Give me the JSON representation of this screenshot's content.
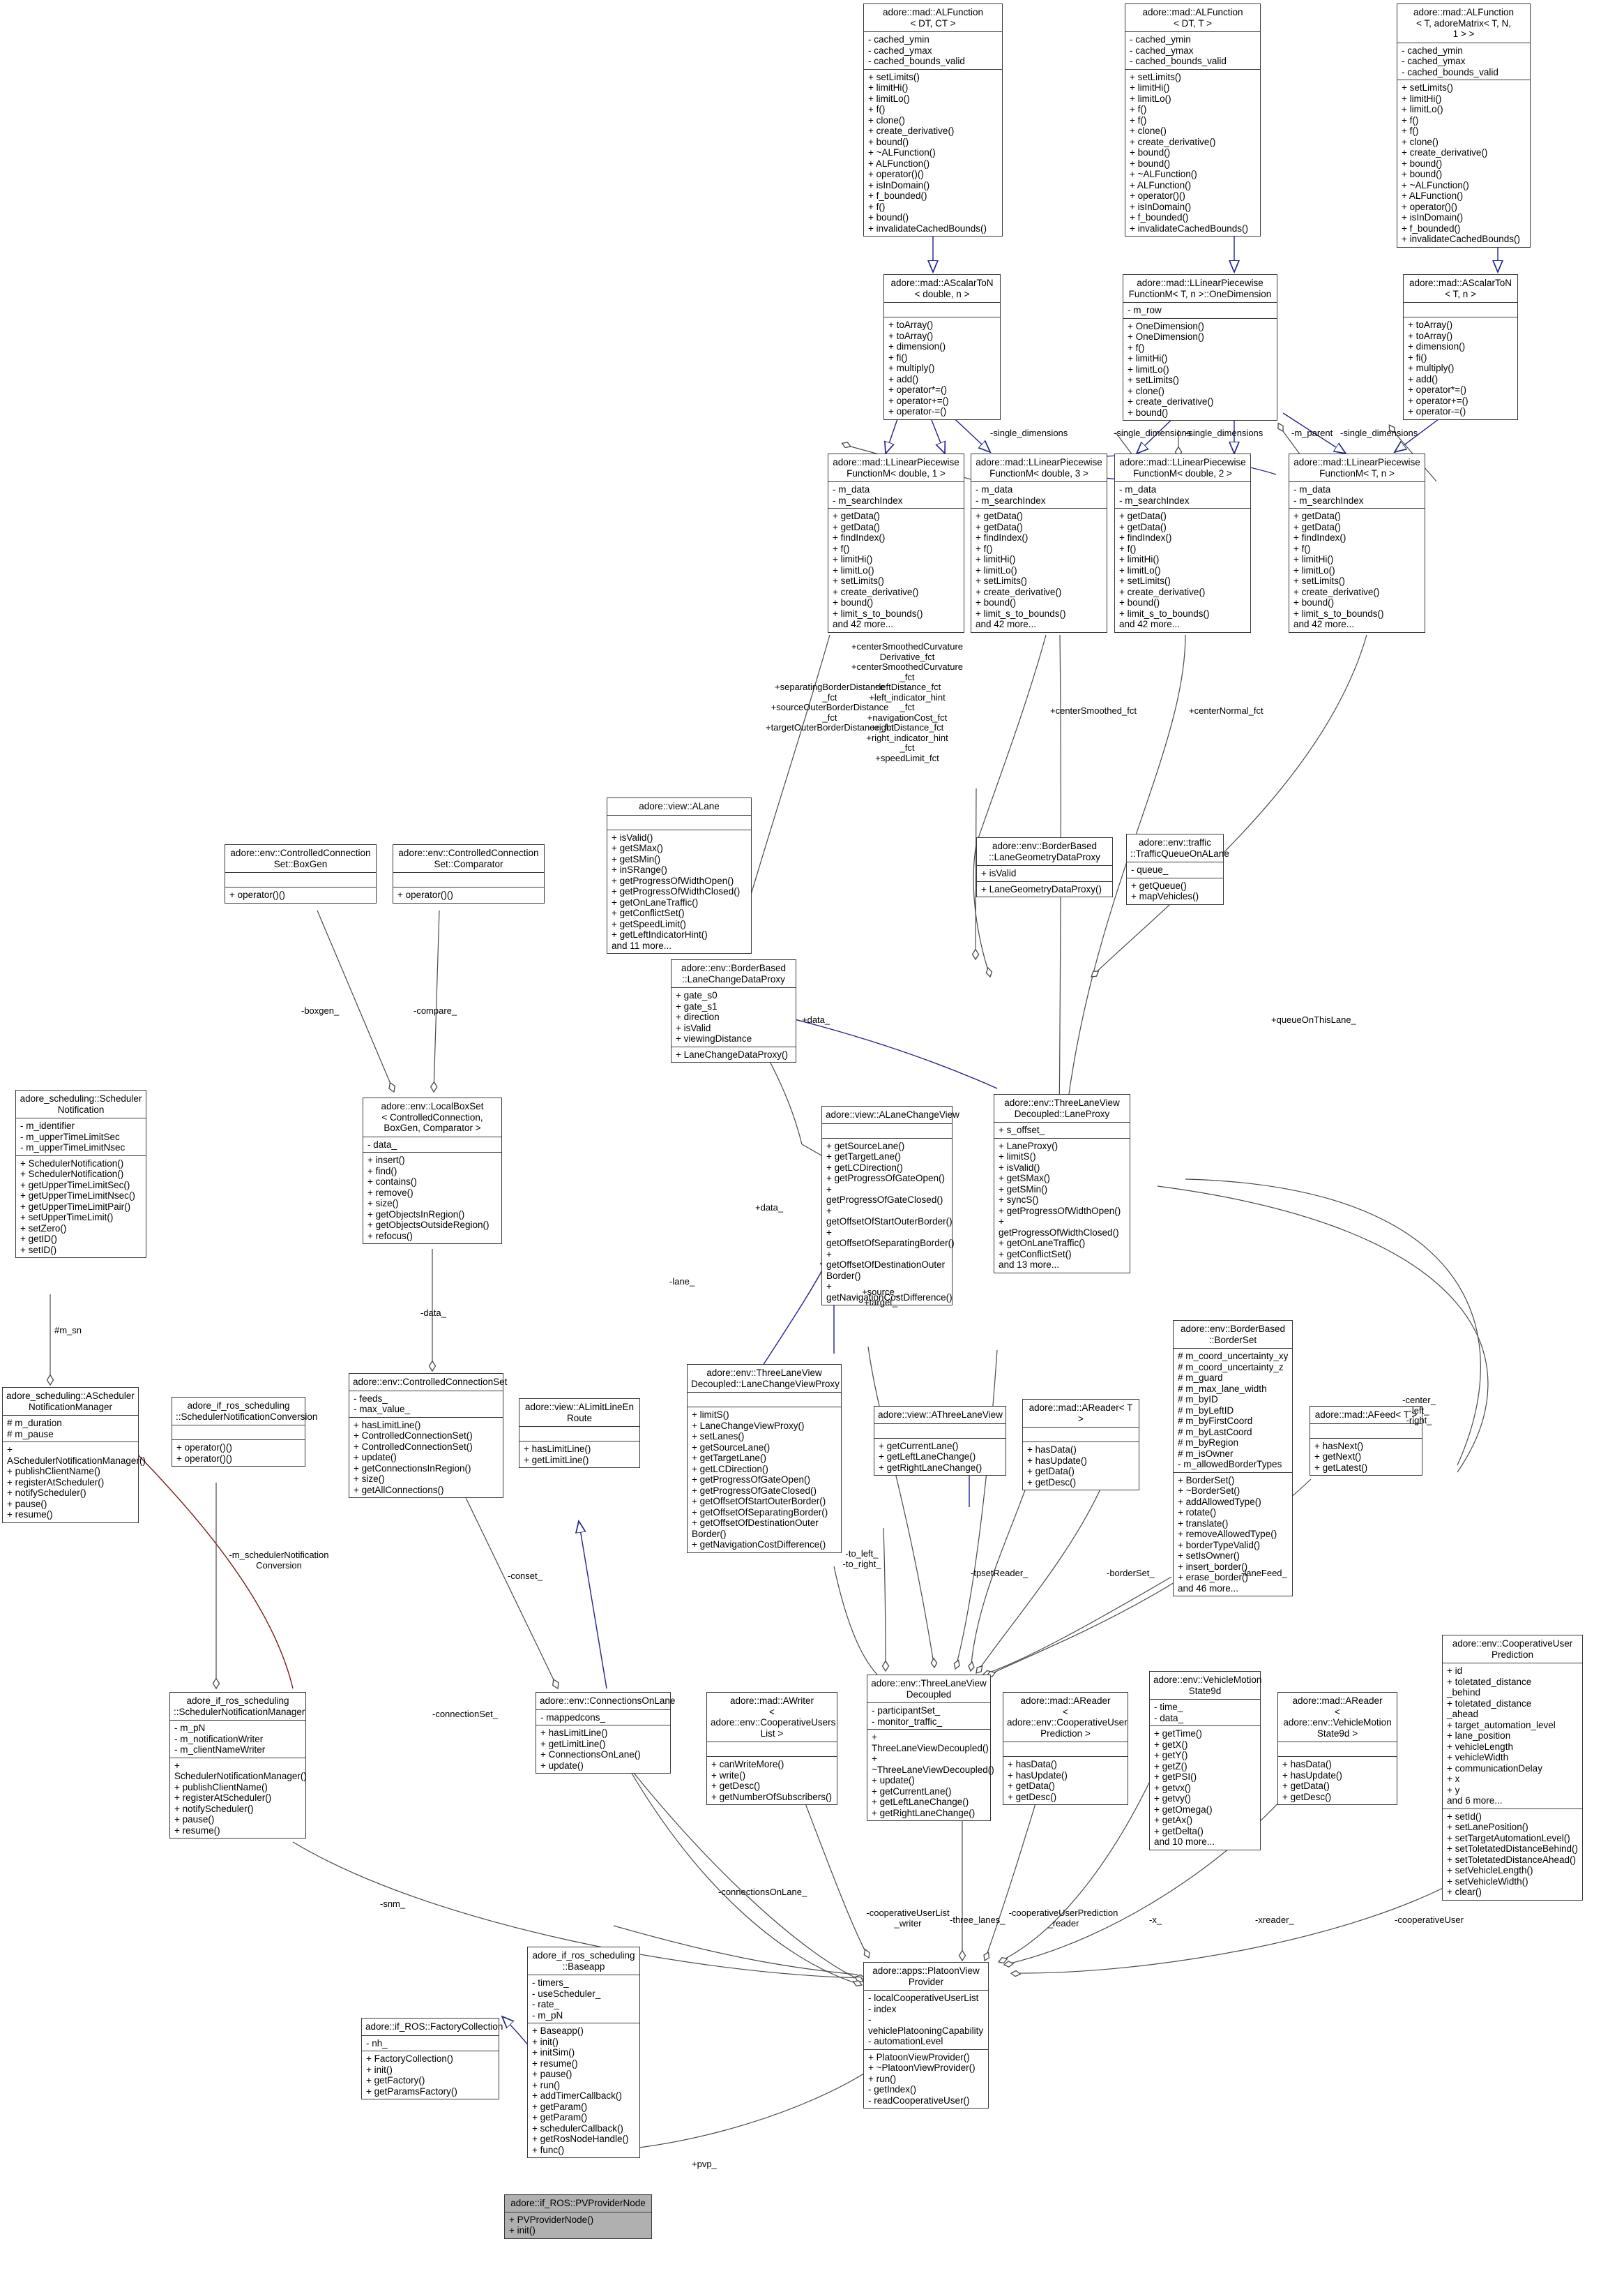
{
  "diagram": {
    "type": "uml-class-diagram",
    "title": "adore::if_ROS::PVProviderNode collaboration diagram",
    "background": "#ffffff",
    "inheritance_color": "#22228f",
    "association_color": "#4a4a4a",
    "composition_color": "#7a1a1a",
    "highlight_color": "#b0b0b0"
  },
  "nodes": [
    {
      "id": "alfunction_dtct",
      "title": "adore::mad::ALFunction\n< DT, CT >",
      "attrs": "- cached_ymin\n- cached_ymax\n- cached_bounds_valid",
      "ops": "+ setLimits()\n+ limitHi()\n+ limitLo()\n+ f()\n+ clone()\n+ create_derivative()\n+ bound()\n+ ~ALFunction()\n+ ALFunction()\n+ operator()()\n+ isInDomain()\n+ f_bounded()\n+ f()\n+ bound()\n+ invalidateCachedBounds()"
    },
    {
      "id": "alfunction_dtt",
      "title": "adore::mad::ALFunction\n< DT, T >",
      "attrs": "- cached_ymin\n- cached_ymax\n- cached_bounds_valid",
      "ops": "+ setLimits()\n+ limitHi()\n+ limitLo()\n+ f()\n+ f()\n+ clone()\n+ create_derivative()\n+ bound()\n+ bound()\n+ ~ALFunction()\n+ ALFunction()\n+ operator()()\n+ isInDomain()\n+ f_bounded()\n+ invalidateCachedBounds()"
    },
    {
      "id": "alfunction_matrix",
      "title": "adore::mad::ALFunction\n< T, adoreMatrix< T, N,\n1 > >",
      "attrs": "- cached_ymin\n- cached_ymax\n- cached_bounds_valid",
      "ops": "+ setLimits()\n+ limitHi()\n+ limitLo()\n+ f()\n+ f()\n+ clone()\n+ create_derivative()\n+ bound()\n+ bound()\n+ ~ALFunction()\n+ ALFunction()\n+ operator()()\n+ isInDomain()\n+ f_bounded()\n+ invalidateCachedBounds()"
    },
    {
      "id": "ascalarton_double",
      "title": "adore::mad::AScalarToN\n< double, n >",
      "attrs": "",
      "ops": "+ toArray()\n+ toArray()\n+ dimension()\n+ fi()\n+ multiply()\n+ add()\n+ operator*=()\n+ operator+=()\n+ operator-=()"
    },
    {
      "id": "onedimension",
      "title": "adore::mad::LLinearPiecewise\nFunctionM< T, n >::OneDimension",
      "attrs": "- m_row",
      "ops": "+ OneDimension()\n+ OneDimension()\n+ f()\n+ limitHi()\n+ limitLo()\n+ setLimits()\n+ clone()\n+ create_derivative()\n+ bound()"
    },
    {
      "id": "ascalarton_tn",
      "title": "adore::mad::AScalarToN\n< T, n >",
      "attrs": "",
      "ops": "+ toArray()\n+ toArray()\n+ dimension()\n+ fi()\n+ multiply()\n+ add()\n+ operator*=()\n+ operator+=()\n+ operator-=()"
    },
    {
      "id": "llpw_d1",
      "title": "adore::mad::LLinearPiecewise\nFunctionM< double, 1 >",
      "attrs": "- m_data\n- m_searchIndex",
      "ops": "+ getData()\n+ getData()\n+ findIndex()\n+ f()\n+ limitHi()\n+ limitLo()\n+ setLimits()\n+ create_derivative()\n+ bound()\n+ limit_s_to_bounds()\nand 42 more..."
    },
    {
      "id": "llpw_d3",
      "title": "adore::mad::LLinearPiecewise\nFunctionM< double, 3 >",
      "attrs": "- m_data\n- m_searchIndex",
      "ops": "+ getData()\n+ getData()\n+ findIndex()\n+ f()\n+ limitHi()\n+ limitLo()\n+ setLimits()\n+ create_derivative()\n+ bound()\n+ limit_s_to_bounds()\nand 42 more..."
    },
    {
      "id": "llpw_d2",
      "title": "adore::mad::LLinearPiecewise\nFunctionM< double, 2 >",
      "attrs": "- m_data\n- m_searchIndex",
      "ops": "+ getData()\n+ getData()\n+ findIndex()\n+ f()\n+ limitHi()\n+ limitLo()\n+ setLimits()\n+ create_derivative()\n+ bound()\n+ limit_s_to_bounds()\nand 42 more..."
    },
    {
      "id": "llpw_tn",
      "title": "adore::mad::LLinearPiecewise\nFunctionM< T, n >",
      "attrs": "- m_data\n- m_searchIndex",
      "ops": "+ getData()\n+ getData()\n+ findIndex()\n+ f()\n+ limitHi()\n+ limitLo()\n+ setLimits()\n+ create_derivative()\n+ bound()\n+ limit_s_to_bounds()\nand 42 more..."
    },
    {
      "id": "alane",
      "title": "adore::view::ALane",
      "attrs": "",
      "ops": "+ isValid()\n+ getSMax()\n+ getSMin()\n+ inSRange()\n+ getProgressOfWidthOpen()\n+ getProgressOfWidthClosed()\n+ getOnLaneTraffic()\n+ getConflictSet()\n+ getSpeedLimit()\n+ getLeftIndicatorHint()\nand 11 more..."
    },
    {
      "id": "lanegeometrydataproxy",
      "title": "adore::env::BorderBased\n::LaneGeometryDataProxy",
      "attrs": "+ isValid",
      "ops": "+ LaneGeometryDataProxy()"
    },
    {
      "id": "trafficqueueonalane",
      "title": "adore::env::traffic\n::TrafficQueueOnALane",
      "attrs": "- queue_",
      "ops": "+ getQueue()\n+ mapVehicles()"
    },
    {
      "id": "ccset_boxgen",
      "title": "adore::env::ControlledConnection\nSet::BoxGen",
      "attrs": "",
      "ops": "+ operator()()"
    },
    {
      "id": "ccset_comparator",
      "title": "adore::env::ControlledConnection\nSet::Comparator",
      "attrs": "",
      "ops": "+ operator()()"
    },
    {
      "id": "lanechangedataproxy",
      "title": "adore::env::BorderBased\n::LaneChangeDataProxy",
      "attrs": "+ gate_s0\n+ gate_s1\n+ direction\n+ isValid\n+ viewingDistance",
      "ops": "+ LaneChangeDataProxy()"
    },
    {
      "id": "schedulernotification",
      "title": "adore_scheduling::Scheduler\nNotification",
      "attrs": "- m_identifier\n- m_upperTimeLimitSec\n- m_upperTimeLimitNsec",
      "ops": "+ SchedulerNotification()\n+ SchedulerNotification()\n+ getUpperTimeLimitSec()\n+ getUpperTimeLimitNsec()\n+ getUpperTimeLimitPair()\n+ setUpperTimeLimit()\n+ setZero()\n+ getID()\n+ setID()"
    },
    {
      "id": "localboxset",
      "title": "adore::env::LocalBoxSet\n< ControlledConnection,\nBoxGen, Comparator >",
      "attrs": "- data_",
      "ops": "+ insert()\n+ find()\n+ contains()\n+ remove()\n+ size()\n+ getObjectsInRegion()\n+ getObjectsOutsideRegion()\n+ refocus()"
    },
    {
      "id": "alanechangeview",
      "title": "adore::view::ALaneChangeView",
      "attrs": "",
      "ops": "+ getSourceLane()\n+ getTargetLane()\n+ getLCDirection()\n+ getProgressOfGateOpen()\n+ getProgressOfGateClosed()\n+ getOffsetOfStartOuterBorder()\n+ getOffsetOfSeparatingBorder()\n+ getOffsetOfDestinationOuter\nBorder()\n+ getNavigationCostDifference()"
    },
    {
      "id": "laneproxy",
      "title": "adore::env::ThreeLaneView\nDecoupled::LaneProxy",
      "attrs": "+ s_offset_",
      "ops": "+ LaneProxy()\n+ limitS()\n+ isValid()\n+ getSMax()\n+ getSMin()\n+ syncS()\n+ getProgressOfWidthOpen()\n+ getProgressOfWidthClosed()\n+ getOnLaneTraffic()\n+ getConflictSet()\nand 13 more..."
    },
    {
      "id": "aschedulernotificationmanager",
      "title": "adore_scheduling::AScheduler\nNotificationManager",
      "attrs": "# m_duration\n# m_pause",
      "ops": "+ ASchedulerNotificationManager()\n+ publishClientName()\n+ registerAtScheduler()\n+ notifyScheduler()\n+ pause()\n+ resume()"
    },
    {
      "id": "schedulernotificationconversion",
      "title": "adore_if_ros_scheduling\n::SchedulerNotificationConversion",
      "attrs": "",
      "ops": "+ operator()()\n+ operator()()"
    },
    {
      "id": "controlledconnectionset",
      "title": "adore::env::ControlledConnectionSet",
      "attrs": "- feeds_\n- max_value_",
      "ops": "+ hasLimitLine()\n+ ControlledConnectionSet()\n+ ControlledConnectionSet()\n+ update()\n+ getConnectionsInRegion()\n+ size()\n+ getAllConnections()"
    },
    {
      "id": "alimitlineenroute",
      "title": "adore::view::ALimitLineEn\nRoute",
      "attrs": "",
      "ops": "+ hasLimitLine()\n+ getLimitLine()"
    },
    {
      "id": "lanechangeviewproxy",
      "title": "adore::env::ThreeLaneView\nDecoupled::LaneChangeViewProxy",
      "attrs": "",
      "ops": "+ limitS()\n+ LaneChangeViewProxy()\n+ setLanes()\n+ getSourceLane()\n+ getTargetLane()\n+ getLCDirection()\n+ getProgressOfGateOpen()\n+ getProgressOfGateClosed()\n+ getOffsetOfStartOuterBorder()\n+ getOffsetOfSeparatingBorder()\n+ getOffsetOfDestinationOuter\nBorder()\n+ getNavigationCostDifference()"
    },
    {
      "id": "athreelaneview",
      "title": "adore::view::AThreeLaneView",
      "attrs": "",
      "ops": "+ getCurrentLane()\n+ getLeftLaneChange()\n+ getRightLaneChange()"
    },
    {
      "id": "areader_t",
      "title": "adore::mad::AReader< T >",
      "attrs": "",
      "ops": "+ hasData()\n+ hasUpdate()\n+ getData()\n+ getDesc()"
    },
    {
      "id": "borderset",
      "title": "adore::env::BorderBased\n::BorderSet",
      "attrs": "# m_coord_uncertainty_xy\n# m_coord_uncertainty_z\n# m_guard\n# m_max_lane_width\n# m_byID\n# m_byLeftID\n# m_byFirstCoord\n# m_byLastCoord\n# m_byRegion\n# m_isOwner\n- m_allowedBorderTypes",
      "ops": "+ BorderSet()\n+ ~BorderSet()\n+ addAllowedType()\n+ rotate()\n+ translate()\n+ removeAllowedType()\n+ borderTypeValid()\n+ setIsOwner()\n+ insert_border()\n+ erase_border()\nand 46 more..."
    },
    {
      "id": "afeed_t",
      "title": "adore::mad::AFeed< T >",
      "attrs": "",
      "ops": "+ hasNext()\n+ getNext()\n+ getLatest()"
    },
    {
      "id": "schedulernotificationmanager",
      "title": "adore_if_ros_scheduling\n::SchedulerNotificationManager",
      "attrs": "- m_pN\n- m_notificationWriter\n- m_clientNameWriter",
      "ops": "+ SchedulerNotificationManager()\n+ publishClientName()\n+ registerAtScheduler()\n+ notifyScheduler()\n+ pause()\n+ resume()"
    },
    {
      "id": "connectionsonlane",
      "title": "adore::env::ConnectionsOnLane",
      "attrs": "- mappedcons_",
      "ops": "+ hasLimitLine()\n+ getLimitLine()\n+ ConnectionsOnLane()\n+ update()"
    },
    {
      "id": "awriter_coopusers",
      "title": "adore::mad::AWriter\n< adore::env::CooperativeUsers\nList >",
      "attrs": "",
      "ops": "+ canWriteMore()\n+ write()\n+ getDesc()\n+ getNumberOfSubscribers()"
    },
    {
      "id": "threelaneviewdecoupled",
      "title": "adore::env::ThreeLaneView\nDecoupled",
      "attrs": "- participantSet_\n- monitor_traffic_",
      "ops": "+ ThreeLaneViewDecoupled()\n+ ~ThreeLaneViewDecoupled()\n+ update()\n+ getCurrentLane()\n+ getLeftLaneChange()\n+ getRightLaneChange()"
    },
    {
      "id": "areader_coopuserpred",
      "title": "adore::mad::AReader\n< adore::env::CooperativeUser\nPrediction >",
      "attrs": "",
      "ops": "+ hasData()\n+ hasUpdate()\n+ getData()\n+ getDesc()"
    },
    {
      "id": "vehiclemotionstate9d",
      "title": "adore::env::VehicleMotion\nState9d",
      "attrs": "- time_\n- data_",
      "ops": "+ getTime()\n+ getX()\n+ getY()\n+ getZ()\n+ getPSI()\n+ getvx()\n+ getvy()\n+ getOmega()\n+ getAx()\n+ getDelta()\nand 10 more..."
    },
    {
      "id": "areader_vms9d",
      "title": "adore::mad::AReader\n< adore::env::VehicleMotion\nState9d >",
      "attrs": "",
      "ops": "+ hasData()\n+ hasUpdate()\n+ getData()\n+ getDesc()"
    },
    {
      "id": "cooperativeuserprediction",
      "title": "adore::env::CooperativeUser\nPrediction",
      "attrs": "+ id\n+ toletated_distance\n_behind\n+ toletated_distance\n_ahead\n+ target_automation_level\n+ lane_position\n+ vehicleLength\n+ vehicleWidth\n+ communicationDelay\n+ x\n+ y\nand 6 more...",
      "ops": "+ setId()\n+ setLanePosition()\n+ setTargetAutomationLevel()\n+ setToletatedDistanceBehind()\n+ setToletatedDistanceAhead()\n+ setVehicleLength()\n+ setVehicleWidth()\n+ clear()"
    },
    {
      "id": "baseapp",
      "title": "adore_if_ros_scheduling\n::Baseapp",
      "attrs": "- timers_\n- useScheduler_\n- rate_\n- m_pN",
      "ops": "+ Baseapp()\n+ init()\n+ initSim()\n+ resume()\n+ pause()\n+ run()\n+ addTimerCallback()\n+ getParam()\n+ getParam()\n+ schedulerCallback()\n+ getRosNodeHandle()\n+ func()"
    },
    {
      "id": "factorycollection",
      "title": "adore::if_ROS::FactoryCollection",
      "attrs": "- nh_",
      "ops": "+ FactoryCollection()\n+ init()\n+ getFactory()\n+ getParamsFactory()"
    },
    {
      "id": "platoonviewprovider",
      "title": "adore::apps::PlatoonView\nProvider",
      "attrs": "- localCooperativeUserList\n- index\n- vehiclePlatooningCapability\n- automationLevel",
      "ops": "+ PlatoonViewProvider()\n+ ~PlatoonViewProvider()\n+ run()\n- getIndex()\n- readCooperativeUser()"
    },
    {
      "id": "pvprovidernode",
      "title": "adore::if_ROS::PVProviderNode",
      "attrs": "",
      "ops": "+ PVProviderNode()\n+ init()",
      "highlighted": true
    }
  ],
  "edge_labels": [
    "-single_dimensions",
    "-single_dimensions",
    "-single_dimensions",
    "-m_parent",
    "-single_dimensions",
    "+separatingBorderDistance\n_fct\n+sourceOuterBorderDistance\n_fct\n+targetOuterBorderDistance_fct",
    "+centerSmoothedCurvature\nDerivative_fct\n+centerSmoothedCurvature\n_fct\n+leftDistance_fct\n+left_indicator_hint\n_fct\n+navigationCost_fct\n+rightDistance_fct\n+right_indicator_hint\n_fct\n+speedLimit_fct",
    "+centerSmoothed_fct",
    "+centerNormal_fct",
    "-boxgen_",
    "-compare_",
    "#m_sn",
    "-data_",
    "+data_",
    "+queueOnThisLane_",
    "-lane_",
    "+data_",
    "+source_\n+target_",
    "-center_\n-left_\n-right_",
    "-m_schedulerNotification\nConversion",
    "-conset_",
    "-to_left_\n-to_right_",
    "-tpsetReader_",
    "-borderSet_",
    "-laneFeed_",
    "-connectionSet_",
    "-snm_",
    "-connectionsOnLane_",
    "-cooperativeUserList\n_writer",
    "-three_lanes_",
    "-cooperativeUserPrediction\n_reader",
    "-x_",
    "-xreader_",
    "-cooperativeUser",
    "+pvp_"
  ]
}
